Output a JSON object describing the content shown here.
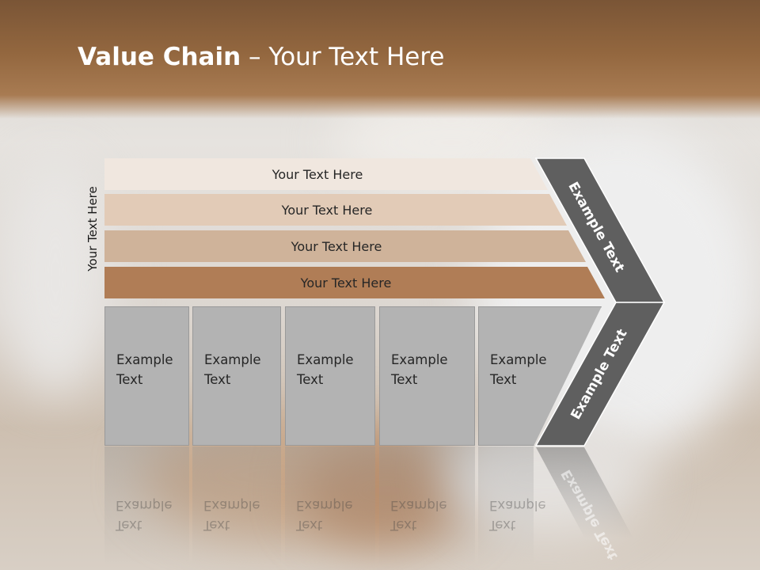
{
  "title": {
    "bold": "Value Chain",
    "rest": " – Your Text Here"
  },
  "side_label": "Your Text Here",
  "rows": [
    {
      "label": "Your Text Here",
      "color": "#f0e7df"
    },
    {
      "label": "Your Text Here",
      "color": "#e2cbb7"
    },
    {
      "label": "Your Text Here",
      "color": "#cfb39a"
    },
    {
      "label": "Your Text Here",
      "color": "#b07d56"
    }
  ],
  "boxes": [
    {
      "line1": "Example",
      "line2": "Text"
    },
    {
      "line1": "Example",
      "line2": "Text"
    },
    {
      "line1": "Example",
      "line2": "Text"
    },
    {
      "line1": "Example",
      "line2": "Text"
    },
    {
      "line1": "Example",
      "line2": "Text"
    }
  ],
  "arrow": {
    "upper_label": "Example Text",
    "lower_label": "Example Text",
    "color": "#5f5f5f"
  }
}
